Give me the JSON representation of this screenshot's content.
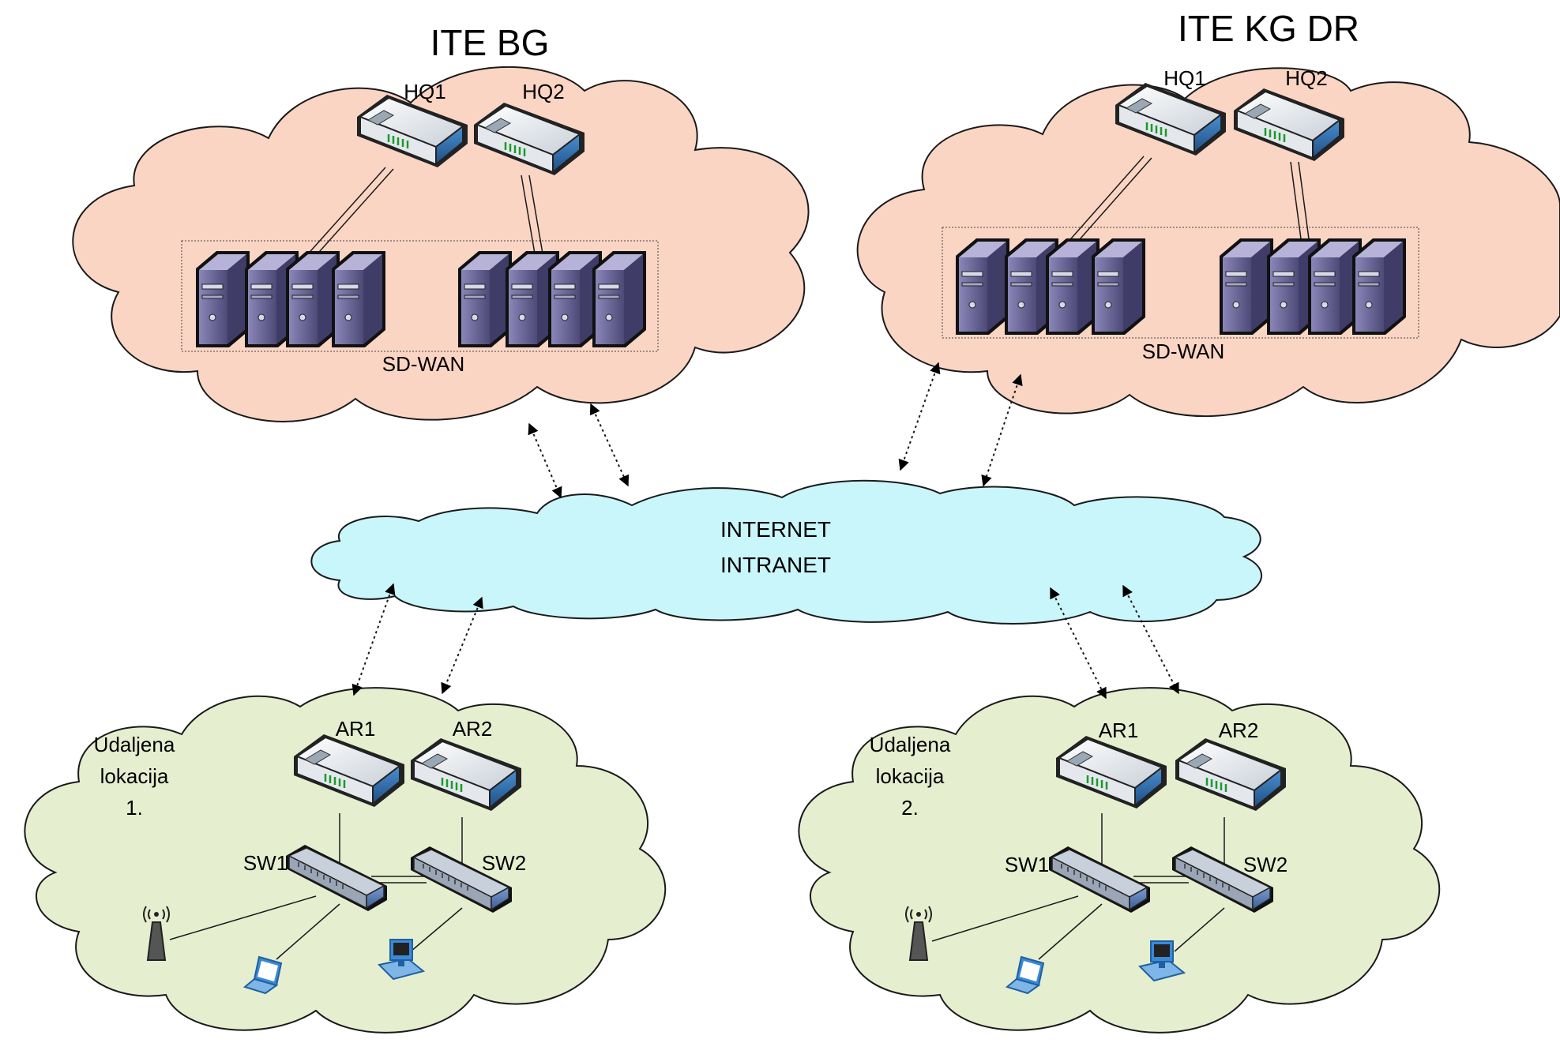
{
  "sites": {
    "bg": {
      "title": "ITE BG",
      "hq1": "HQ1",
      "hq2": "HQ2",
      "sdwan": "SD-WAN"
    },
    "kg": {
      "title": "ITE KG DR",
      "hq1": "HQ1",
      "hq2": "HQ2",
      "sdwan": "SD-WAN"
    }
  },
  "network": {
    "line1": "INTERNET",
    "line2": "INTRANET"
  },
  "remote1": {
    "line1": "Udaljena",
    "line2": "lokacija",
    "line3": "1.",
    "ar1": "AR1",
    "ar2": "AR2",
    "sw1": "SW1",
    "sw2": "SW2"
  },
  "remote2": {
    "line1": "Udaljena",
    "line2": "lokacija",
    "line3": "2.",
    "ar1": "AR1",
    "ar2": "AR2",
    "sw1": "SW1",
    "sw2": "SW2"
  },
  "colors": {
    "hq_cloud": "#fbd5c4",
    "net_cloud": "#c9f6fb",
    "remote_cloud": "#e6eed0",
    "router": "#2f73b3",
    "server": "#6e6a9a",
    "switch": "#5f7fb0"
  }
}
